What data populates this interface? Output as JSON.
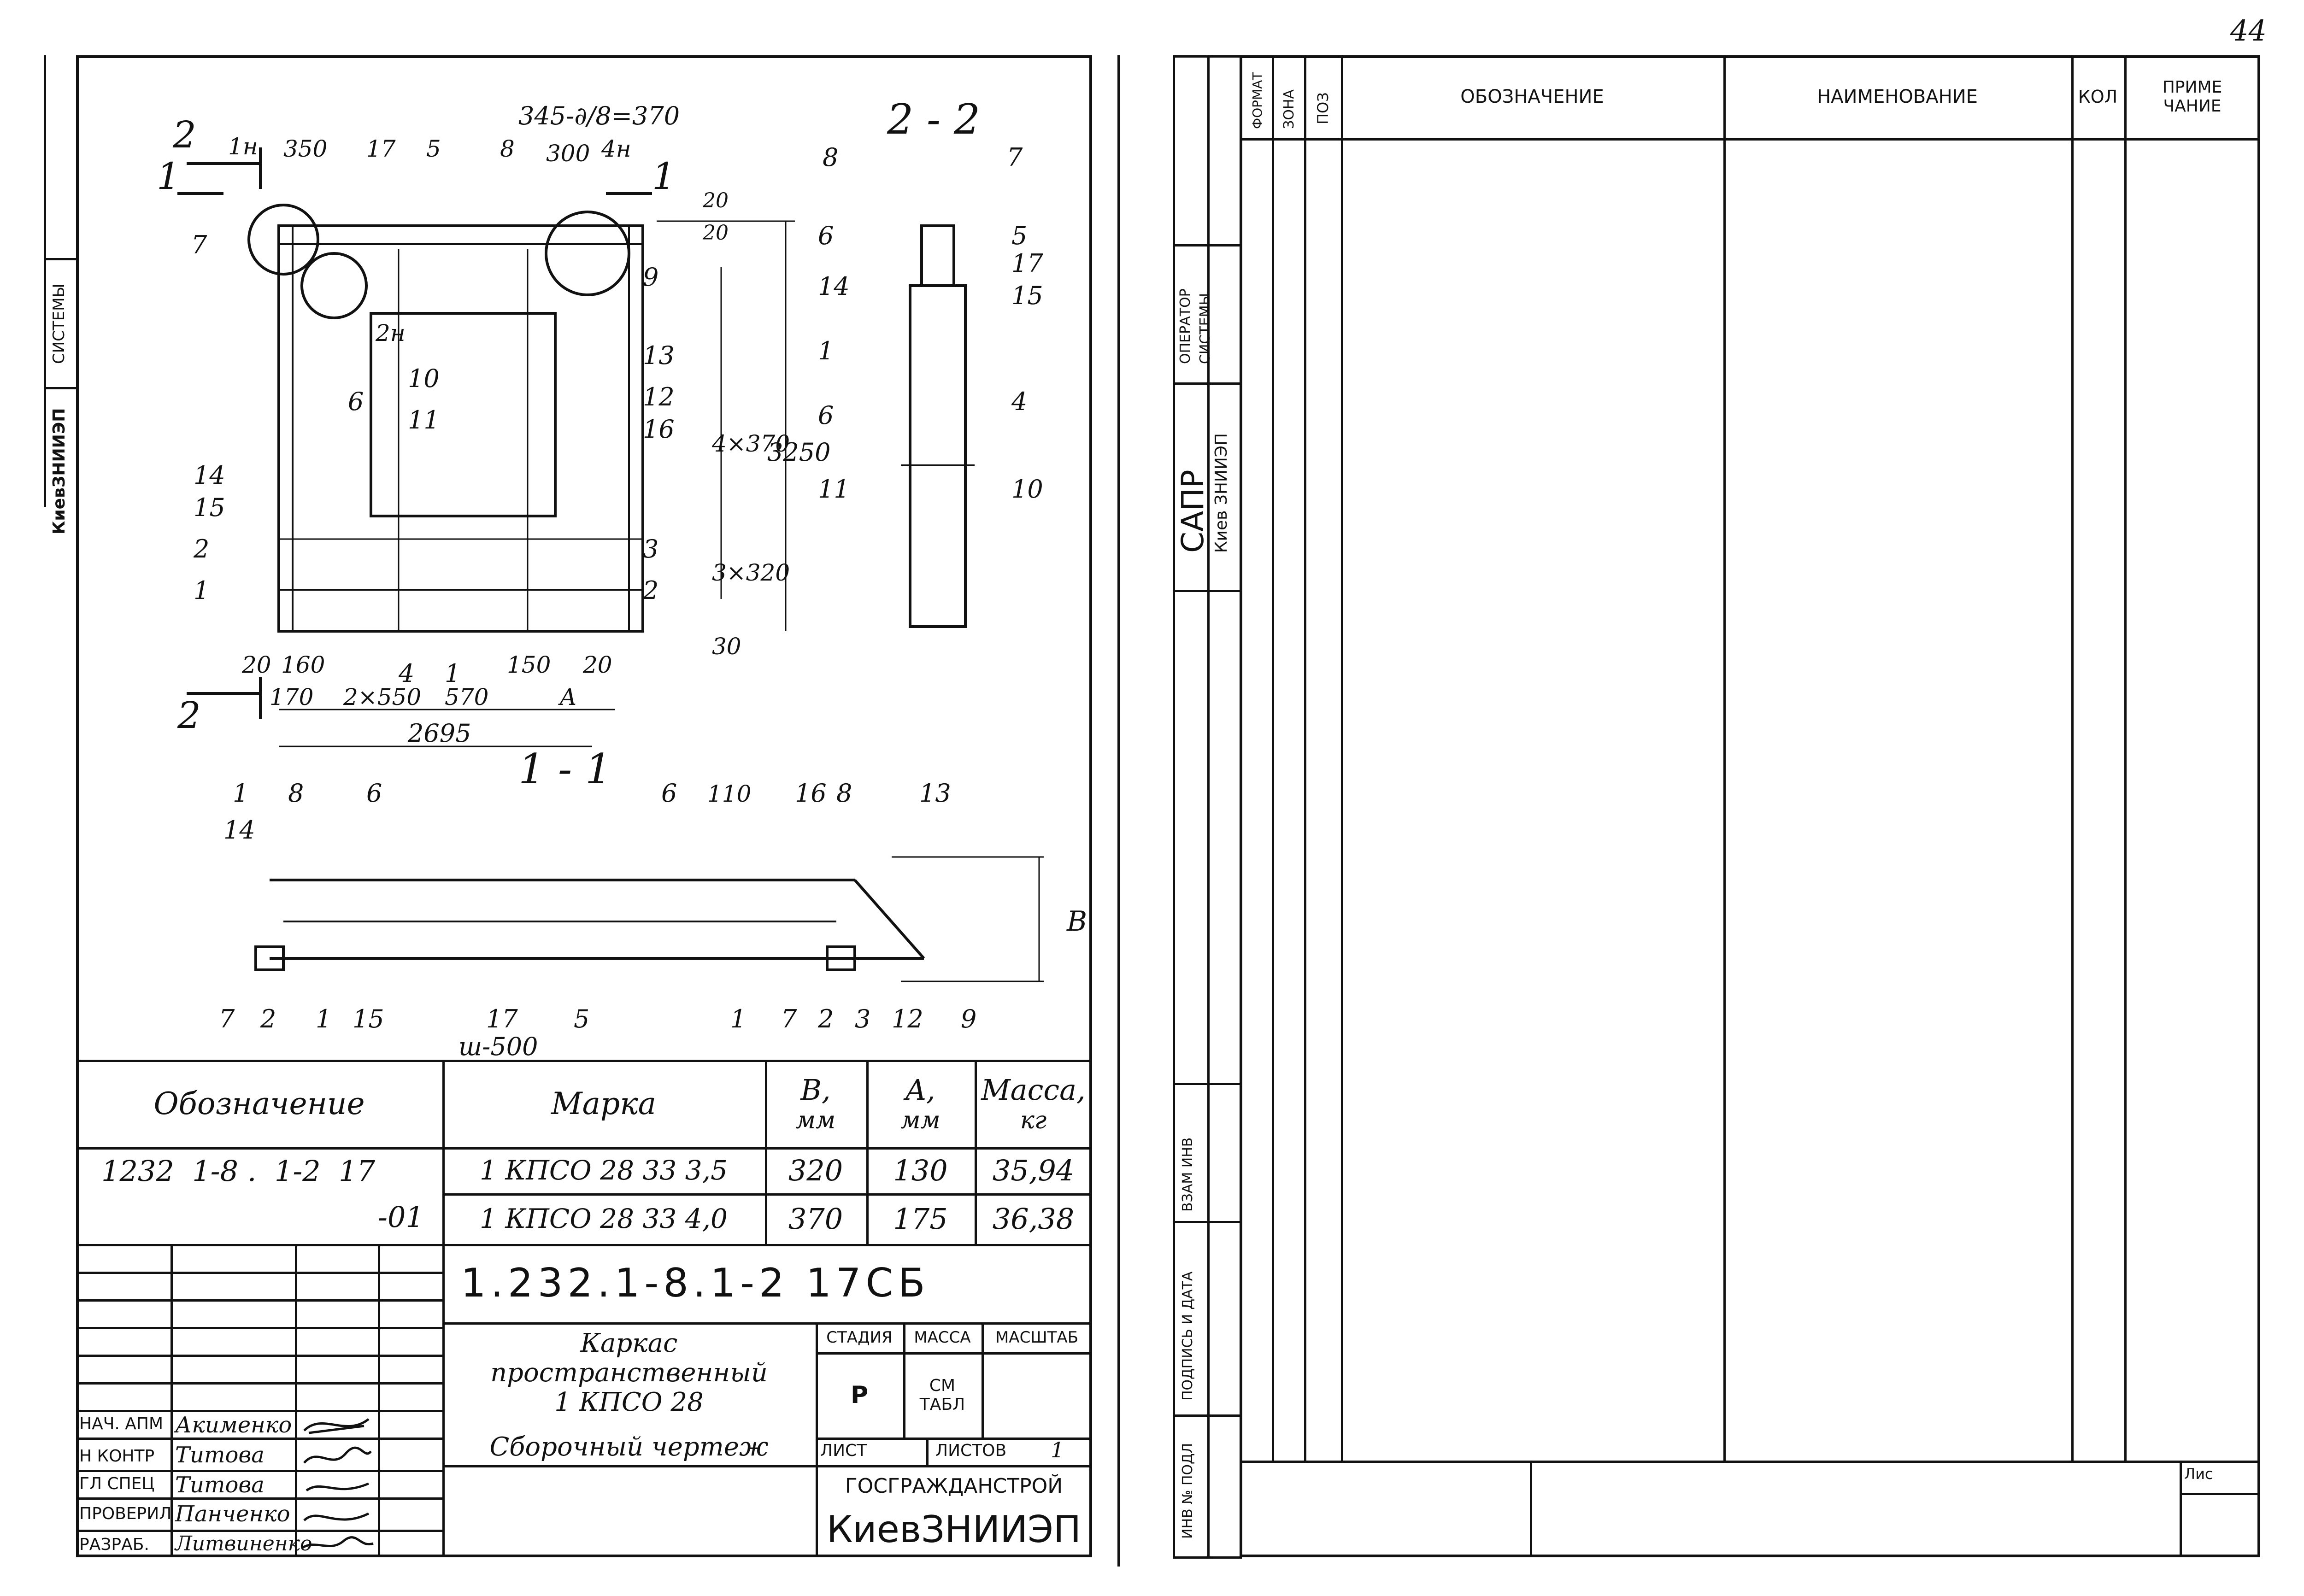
{
  "page_number": "44",
  "left_sheet": {
    "side_stamp": {
      "org": "КиевЗНИИЭП",
      "dept": "СИСТЕМЫ"
    },
    "drawing": {
      "section_11": "1 - 1",
      "section_22": "2 - 2",
      "cut_2": "2",
      "cut_1": "1",
      "dims_plan": [
        "345-∂/8=370",
        "350",
        "300",
        "20",
        "20",
        "3250",
        "4×370",
        "3×320",
        "30",
        "20",
        "160",
        "150",
        "20",
        "170",
        "2×550",
        "570",
        "A",
        "2695"
      ],
      "labels_plan": [
        "1н",
        "17",
        "5",
        "8",
        "4н",
        "7",
        "2н",
        "9",
        "13",
        "10",
        "6",
        "11",
        "12",
        "16",
        "14",
        "15",
        "2",
        "3",
        "1",
        "2",
        "4",
        "1"
      ],
      "labels_22": [
        "8",
        "7",
        "6",
        "5",
        "17",
        "14",
        "15",
        "1",
        "4",
        "6",
        "11",
        "10"
      ],
      "labels_11": [
        "1",
        "8",
        "6",
        "6",
        "110",
        "16",
        "8",
        "13",
        "14",
        "7",
        "2",
        "1",
        "15",
        "17",
        "ш-500",
        "5",
        "1",
        "7",
        "2",
        "3",
        "12",
        "9",
        "B"
      ]
    },
    "spec_table": {
      "headers": {
        "designation": "Обозначение",
        "mark": "Марка",
        "b": "B,",
        "b_unit": "мм",
        "a": "A,",
        "a_unit": "мм",
        "mass": "Масса,",
        "mass_unit": "кг"
      },
      "rows": [
        {
          "designation": "1232  1-8 .  1-2  17",
          "mark": "1 КПСО 28 33 3,5",
          "b": "320",
          "a": "130",
          "mass": "35,94"
        },
        {
          "designation": "-01",
          "mark": "1 КПСО 28 33 4,0",
          "b": "370",
          "a": "175",
          "mass": "36,38"
        }
      ]
    },
    "title_block": {
      "code": "1.232.1-8.1-2  17СБ",
      "name_line1": "Каркас",
      "name_line2": "пространственный",
      "name_line3": "1 КПСО 28",
      "doc_type": "Сборочный чертеж",
      "stage_label": "СТАДИЯ",
      "mass_label": "МАССА",
      "scale_label": "МАСШТАБ",
      "stage_value": "Р",
      "mass_value_1": "СМ",
      "mass_value_2": "ТАБЛ",
      "sheet_label": "ЛИСТ",
      "sheets_label": "ЛИСТОВ",
      "sheets_value": "1",
      "org_1": "ГОСГРАЖДАНСТРОЙ",
      "org_2": "КиевЗНИИЭП",
      "signatures": [
        {
          "role": "НАЧ. АПМ",
          "name": "Акименко"
        },
        {
          "role": "Н КОНТР",
          "name": "Титова"
        },
        {
          "role": "ГЛ СПЕЦ",
          "name": "Титова"
        },
        {
          "role": "ПРОВЕРИЛ",
          "name": "Панченко"
        },
        {
          "role": "РАЗРАБ.",
          "name": "Литвиненко"
        }
      ]
    }
  },
  "right_sheet": {
    "headers": {
      "format": "ФОРМАТ",
      "zone": "ЗОНА",
      "pos": "ПОЗ",
      "designation": "ОБОЗНАЧЕНИЕ",
      "name": "НАИМЕНОВАНИЕ",
      "qty": "КОЛ",
      "note1": "ПРИМЕ",
      "note2": "ЧАНИЕ"
    },
    "side": {
      "operator": "ОПЕРАТОР",
      "system": "СИСТЕМЫ",
      "sapr": "САПР",
      "sapr_org": "Киев ЗНИИЭП",
      "vzam": "ВЗАМ ИНВ",
      "podpis": "ПОДПИСЬ И ДАТА",
      "inv": "ИНВ № ПОДЛ"
    },
    "footer": {
      "sheet": "Лис"
    }
  }
}
